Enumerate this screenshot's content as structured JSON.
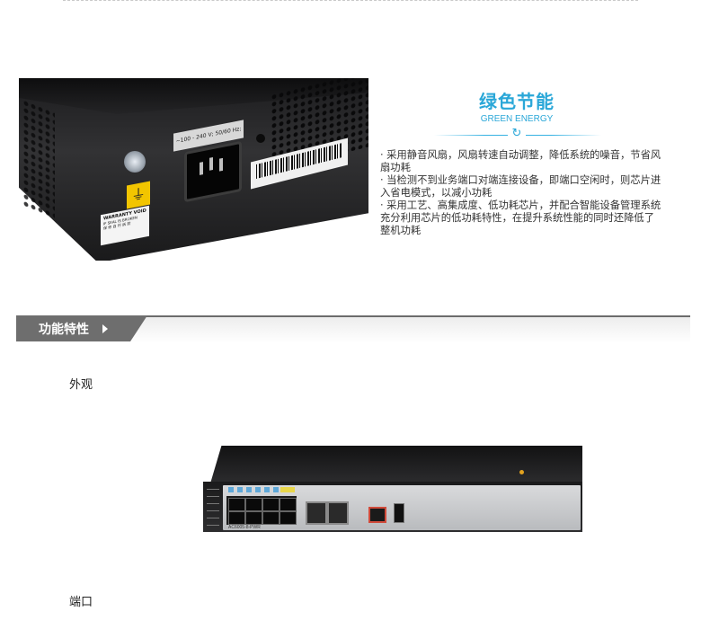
{
  "rear_photo": {
    "power_rating": "~100 - 240 V; 50/60 Hz; 2 A",
    "warranty_label": {
      "line1": "WARRANTY VOID",
      "line2": "IF SEAL IS BROKEN",
      "line3": "保 修 自 行 拆 封"
    }
  },
  "green_energy": {
    "title": "绿色节能",
    "subtitle": "GREEN ENERGY",
    "items": [
      "· 采用静音风扇，风扇转速自动调整，降低系统的噪音，节省风扇功耗",
      "· 当检测不到业务端口对端连接设备，即端口空闲时，则芯片进入省电模式，以减小功耗",
      "· 采用工艺、高集成度、低功耗芯片，并配合智能设备管理系统充分利用芯片的低功耗特性，在提升系统性能的同时还降低了整机功耗"
    ]
  },
  "section": {
    "title": "功能特性"
  },
  "subsections": {
    "appearance": "外观",
    "ports": "端口"
  },
  "front_photo": {
    "model": "AC6005-8-PWR"
  }
}
